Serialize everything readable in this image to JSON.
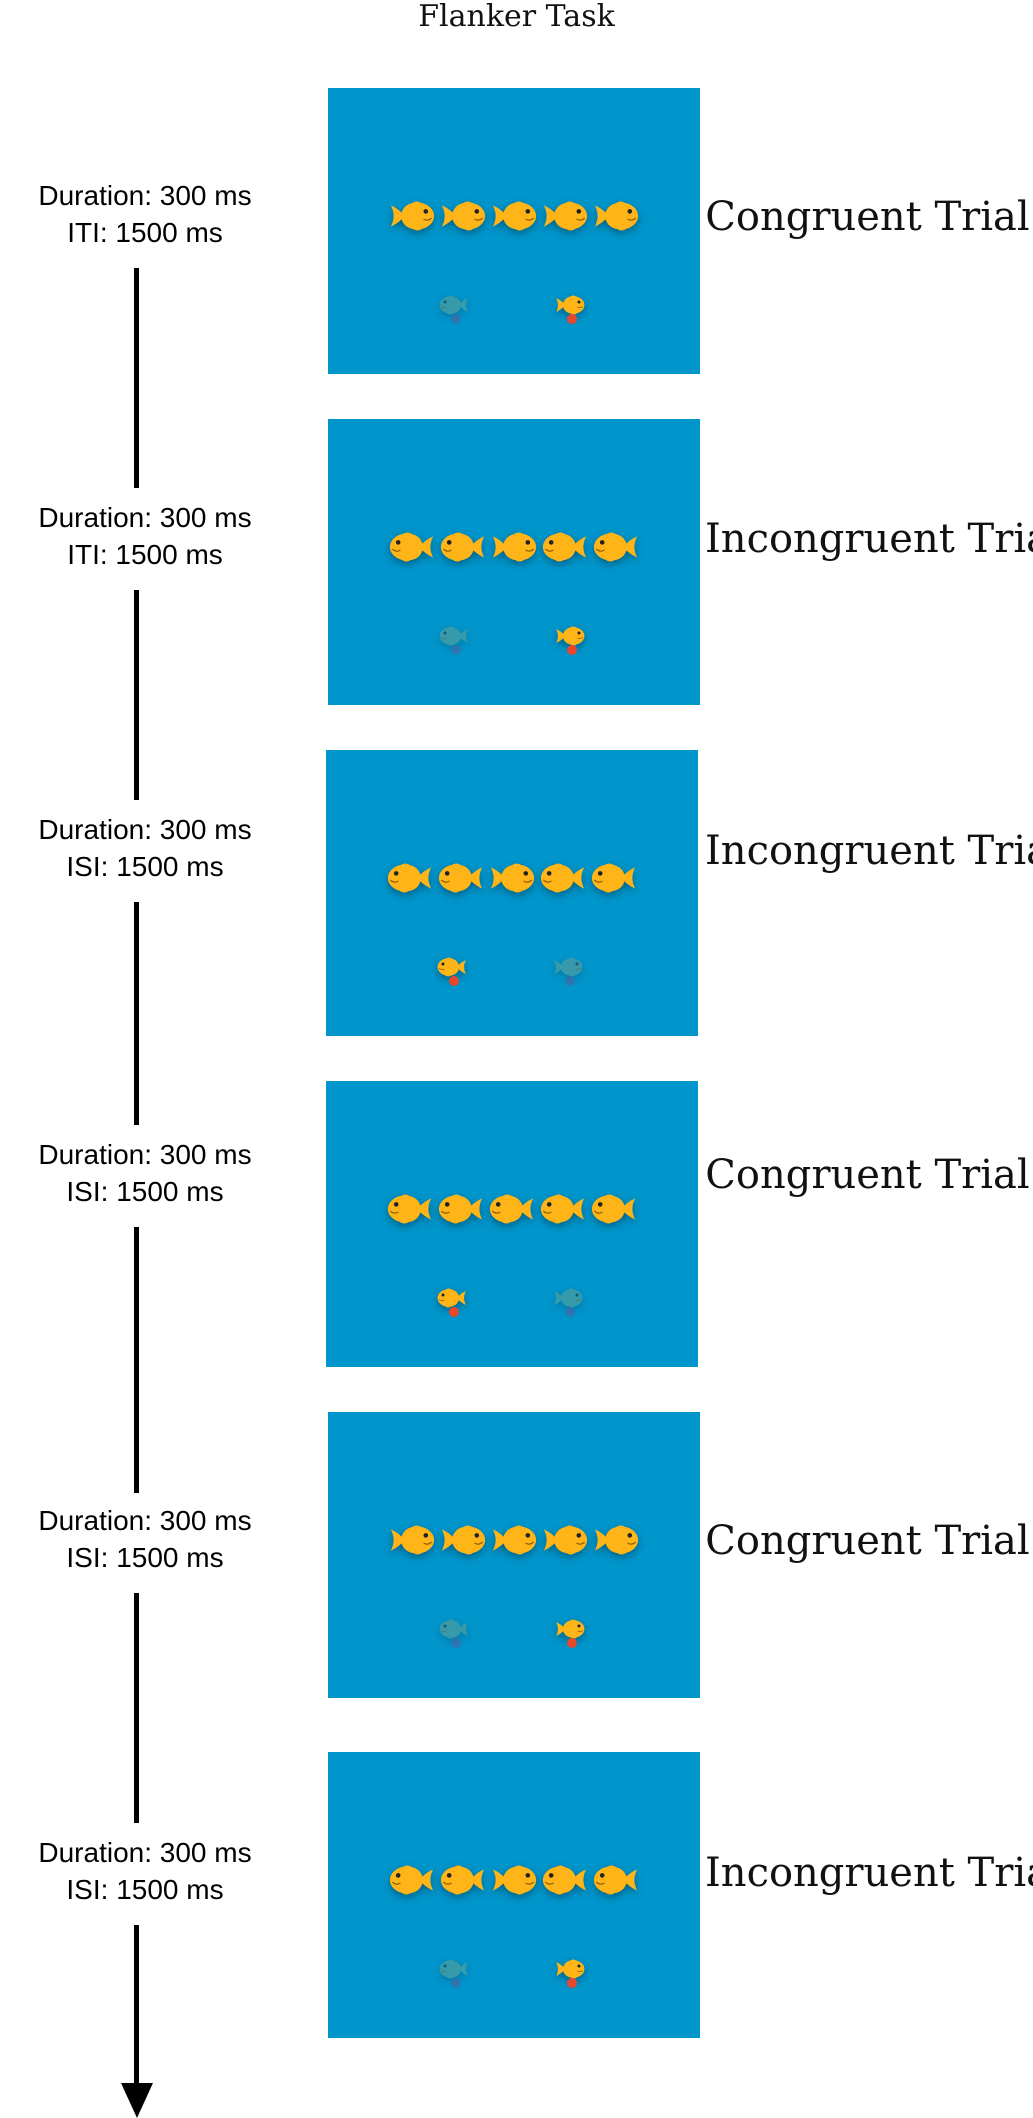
{
  "title": "Flanker Task",
  "colors": {
    "panel_bg": "#0095cb",
    "fish_body": "#ffb418",
    "fish_faded": "#6e9f8c",
    "active_dot": "#e8472b",
    "inactive_dot": "#3e6aa8"
  },
  "trials": [
    {
      "duration": "Duration: 300 ms",
      "interval": "ITI: 1500 ms",
      "label": "Congruent Trial",
      "flankers": "right",
      "target": "right",
      "highlighted_response": "right"
    },
    {
      "duration": "Duration: 300 ms",
      "interval": "ITI: 1500 ms",
      "label": "Incongruent Trial",
      "flankers": "left",
      "target": "right",
      "highlighted_response": "right"
    },
    {
      "duration": "Duration: 300 ms",
      "interval": "ISI: 1500 ms",
      "label": "Incongruent Trial",
      "flankers": "left",
      "target": "right",
      "highlighted_response": "left"
    },
    {
      "duration": "Duration: 300 ms",
      "interval": "ISI: 1500 ms",
      "label": "Congruent Trial",
      "flankers": "left",
      "target": "left",
      "highlighted_response": "left"
    },
    {
      "duration": "Duration: 300 ms",
      "interval": "ISI: 1500 ms",
      "label": "Congruent Trial",
      "flankers": "right",
      "target": "right",
      "highlighted_response": "right"
    },
    {
      "duration": "Duration: 300 ms",
      "interval": "ISI: 1500 ms",
      "label": "Incongruent Trial",
      "flankers": "left",
      "target": "right",
      "highlighted_response": "right"
    }
  ]
}
